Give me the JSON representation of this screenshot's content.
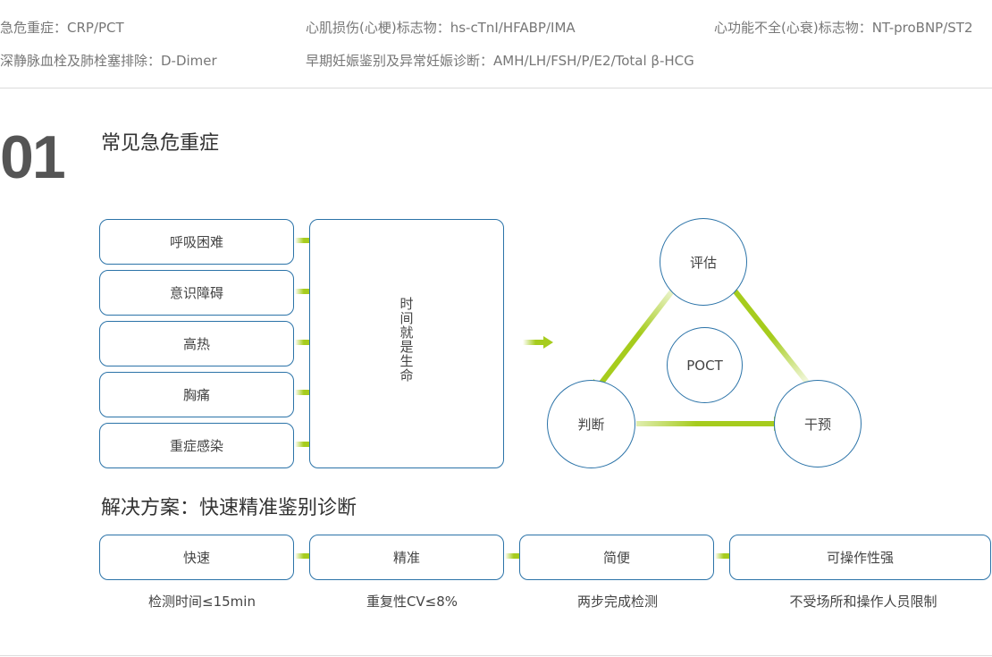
{
  "markers": {
    "row1": [
      {
        "label": "急危重症：CRP/PCT"
      },
      {
        "label": "心肌损伤(心梗)标志物：hs-cTnI/HFABP/IMA"
      },
      {
        "label": "心功能不全(心衰)标志物：NT-proBNP/ST2"
      }
    ],
    "row2": [
      {
        "label": "深静脉血栓及肺栓塞排除：D-Dimer"
      },
      {
        "label": "早期妊娠鉴别及异常妊娠诊断：AMH/LH/FSH/P/E2/Total β-HCG"
      }
    ]
  },
  "section": {
    "number": "01",
    "title": "常见急危重症"
  },
  "symptoms": [
    "呼吸困难",
    "意识障碍",
    "高热",
    "胸痛",
    "重症感染"
  ],
  "center_label": "时间就是生命",
  "cycle": {
    "evaluate": "评估",
    "judge": "判断",
    "intervene": "干预",
    "center": "POCT"
  },
  "solution": {
    "title": "解决方案：快速精准鉴别诊断",
    "features": [
      {
        "label": "快速",
        "caption": "检测时间≤15min"
      },
      {
        "label": "精准",
        "caption": "重复性CV≤8%"
      },
      {
        "label": "简便",
        "caption": "两步完成检测"
      },
      {
        "label": "可操作性强",
        "caption": "不受场所和操作人员限制"
      }
    ]
  },
  "colors": {
    "accent_green": "#a6cc1d",
    "border_blue": "#2b73a8"
  }
}
